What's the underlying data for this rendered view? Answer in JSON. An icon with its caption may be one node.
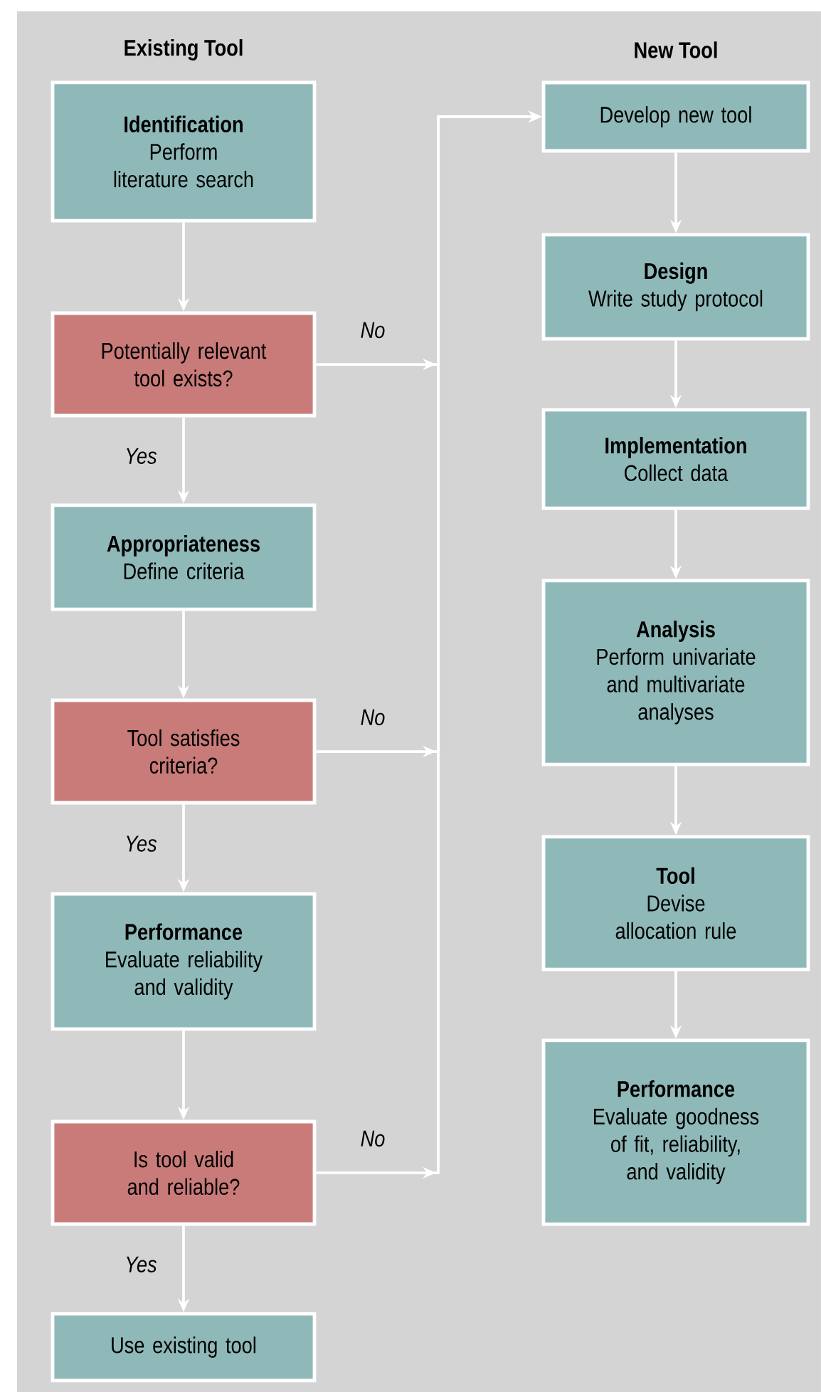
{
  "diagram": {
    "nodes": [
      {
        "text": [
          "Identification",
          "Perform literature search"
        ]
      },
      {
        "text": [
          "Potentially relevant tool exists?"
        ]
      },
      {
        "text": [
          "Appropriateness",
          "Define criteria"
        ]
      },
      {
        "text": [
          "Tool satisfies criteria?"
        ]
      },
      {
        "text": [
          "Performance",
          "Evaluate reliability and validity"
        ]
      },
      {
        "text": [
          "Is tool valid and reliable?"
        ]
      },
      {
        "text": [
          "Use existing tool"
        ]
      },
      {
        "text": [
          "Develop new tool"
        ]
      },
      {
        "text": [
          "Design",
          "Write study protocol"
        ]
      },
      {
        "text": [
          "Implementation",
          "Collect data"
        ]
      },
      {
        "text": [
          "Analysis",
          "Perform univariate and multivariate analyses"
        ]
      },
      {
        "text": [
          "Tool",
          "Devise allocation rule"
        ]
      },
      {
        "text": [
          "Performance",
          "Evaluate goodness of fit, reliability, and validity"
        ]
      }
    ],
    "edges": [
      {
        "from": 0,
        "to": 1,
        "arrow": "to"
      },
      {
        "from": 1,
        "to": 2,
        "arrow": "to",
        "label": "Yes"
      },
      {
        "from": 2,
        "to": 3,
        "arrow": "to"
      },
      {
        "from": 3,
        "to": 4,
        "arrow": "to",
        "label": "Yes"
      },
      {
        "from": 4,
        "to": 5,
        "arrow": "to"
      },
      {
        "from": 5,
        "to": 6,
        "arrow": "to",
        "label": "Yes"
      },
      {
        "from": 1,
        "to": 7,
        "arrow": "to",
        "label": "No"
      },
      {
        "from": 3,
        "to": 7,
        "arrow": "to",
        "label": "No"
      },
      {
        "from": 5,
        "to": 7,
        "arrow": "to",
        "label": "No"
      },
      {
        "from": 7,
        "to": 8,
        "arrow": "to"
      },
      {
        "from": 8,
        "to": 9,
        "arrow": "to"
      },
      {
        "from": 9,
        "to": 10,
        "arrow": "to"
      },
      {
        "from": 10,
        "to": 11,
        "arrow": "to"
      },
      {
        "from": 11,
        "to": 12,
        "arrow": "to"
      }
    ],
    "labels": [
      "Existing Tool",
      "New Tool"
    ]
  }
}
